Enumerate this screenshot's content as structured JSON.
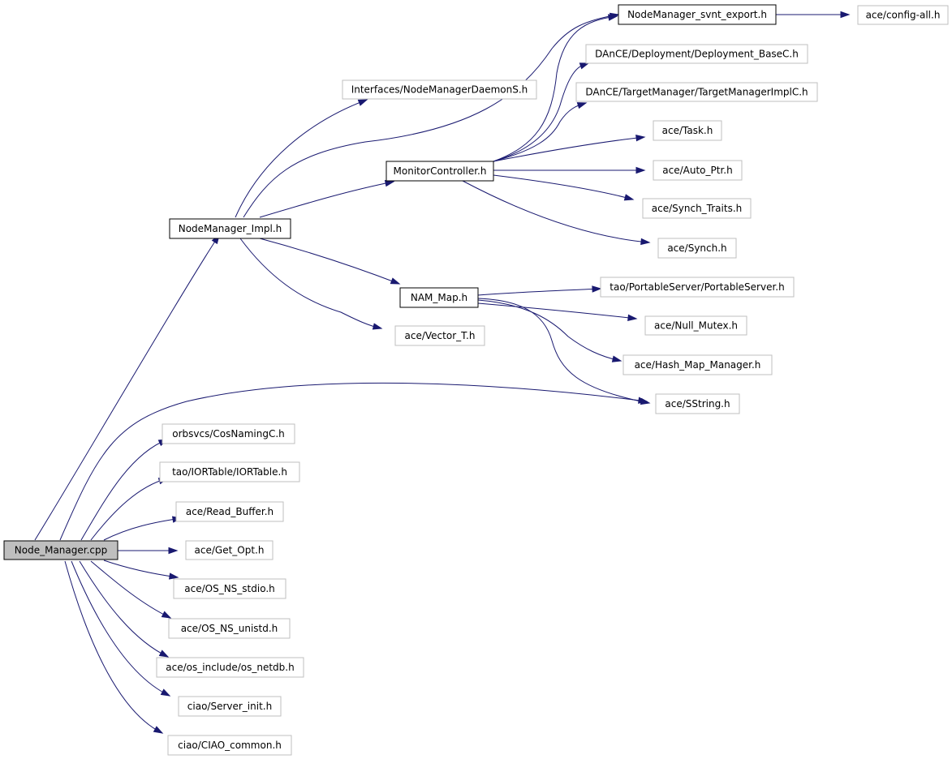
{
  "graph": {
    "nodes": [
      {
        "id": "root",
        "label": "Node_Manager.cpp",
        "style": "root"
      },
      {
        "id": "nmimpl",
        "label": "NodeManager_Impl.h",
        "style": "solid"
      },
      {
        "id": "monctl",
        "label": "MonitorController.h",
        "style": "solid"
      },
      {
        "id": "nammap",
        "label": "NAM_Map.h",
        "style": "solid"
      },
      {
        "id": "svnt",
        "label": "NodeManager_svnt_export.h",
        "style": "solid"
      },
      {
        "id": "cfgall",
        "label": "ace/config-all.h",
        "style": "plain"
      },
      {
        "id": "daemons",
        "label": "Interfaces/NodeManagerDaemonS.h",
        "style": "plain"
      },
      {
        "id": "depbase",
        "label": "DAnCE/Deployment/Deployment_BaseC.h",
        "style": "plain"
      },
      {
        "id": "tmimpl",
        "label": "DAnCE/TargetManager/TargetManagerImplC.h",
        "style": "plain"
      },
      {
        "id": "task",
        "label": "ace/Task.h",
        "style": "plain"
      },
      {
        "id": "autoptr",
        "label": "ace/Auto_Ptr.h",
        "style": "plain"
      },
      {
        "id": "synchtr",
        "label": "ace/Synch_Traits.h",
        "style": "plain"
      },
      {
        "id": "synch",
        "label": "ace/Synch.h",
        "style": "plain"
      },
      {
        "id": "pserver",
        "label": "tao/PortableServer/PortableServer.h",
        "style": "plain"
      },
      {
        "id": "vectort",
        "label": "ace/Vector_T.h",
        "style": "plain"
      },
      {
        "id": "nullmtx",
        "label": "ace/Null_Mutex.h",
        "style": "plain"
      },
      {
        "id": "hashmap",
        "label": "ace/Hash_Map_Manager.h",
        "style": "plain"
      },
      {
        "id": "sstring",
        "label": "ace/SString.h",
        "style": "plain"
      },
      {
        "id": "cosnaming",
        "label": "orbsvcs/CosNamingC.h",
        "style": "plain"
      },
      {
        "id": "iortable",
        "label": "tao/IORTable/IORTable.h",
        "style": "plain"
      },
      {
        "id": "readbuf",
        "label": "ace/Read_Buffer.h",
        "style": "plain"
      },
      {
        "id": "getopt",
        "label": "ace/Get_Opt.h",
        "style": "plain"
      },
      {
        "id": "osstdio",
        "label": "ace/OS_NS_stdio.h",
        "style": "plain"
      },
      {
        "id": "osunistd",
        "label": "ace/OS_NS_unistd.h",
        "style": "plain"
      },
      {
        "id": "osnetdb",
        "label": "ace/os_include/os_netdb.h",
        "style": "plain"
      },
      {
        "id": "serverinit",
        "label": "ciao/Server_init.h",
        "style": "plain"
      },
      {
        "id": "ciaocommon",
        "label": "ciao/CIAO_common.h",
        "style": "plain"
      }
    ],
    "edges": [
      {
        "from": "root",
        "to": "nmimpl"
      },
      {
        "from": "root",
        "to": "sstring"
      },
      {
        "from": "root",
        "to": "cosnaming"
      },
      {
        "from": "root",
        "to": "iortable"
      },
      {
        "from": "root",
        "to": "readbuf"
      },
      {
        "from": "root",
        "to": "getopt"
      },
      {
        "from": "root",
        "to": "osstdio"
      },
      {
        "from": "root",
        "to": "osunistd"
      },
      {
        "from": "root",
        "to": "osnetdb"
      },
      {
        "from": "root",
        "to": "serverinit"
      },
      {
        "from": "root",
        "to": "ciaocommon"
      },
      {
        "from": "nmimpl",
        "to": "daemons"
      },
      {
        "from": "nmimpl",
        "to": "svnt"
      },
      {
        "from": "nmimpl",
        "to": "monctl"
      },
      {
        "from": "nmimpl",
        "to": "nammap"
      },
      {
        "from": "nmimpl",
        "to": "vectort"
      },
      {
        "from": "svnt",
        "to": "cfgall"
      },
      {
        "from": "monctl",
        "to": "svnt"
      },
      {
        "from": "monctl",
        "to": "depbase"
      },
      {
        "from": "monctl",
        "to": "tmimpl"
      },
      {
        "from": "monctl",
        "to": "task"
      },
      {
        "from": "monctl",
        "to": "autoptr"
      },
      {
        "from": "monctl",
        "to": "synchtr"
      },
      {
        "from": "monctl",
        "to": "synch"
      },
      {
        "from": "nammap",
        "to": "pserver"
      },
      {
        "from": "nammap",
        "to": "nullmtx"
      },
      {
        "from": "nammap",
        "to": "hashmap"
      },
      {
        "from": "nammap",
        "to": "sstring"
      }
    ]
  }
}
